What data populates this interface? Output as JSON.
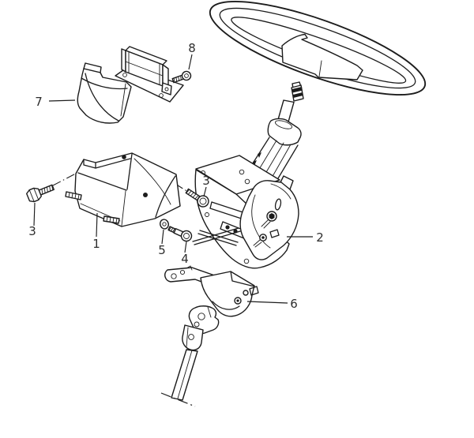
{
  "diagram": {
    "kind": "exploded-parts-line-drawing",
    "colors": {
      "background": "#ffffff",
      "line": "#1c1c1c",
      "label": "#2d2d2d"
    },
    "callouts": [
      {
        "label": "7",
        "points_to": "column-opening-cover"
      },
      {
        "label": "8",
        "points_to": "screw"
      },
      {
        "label": "3",
        "points_to": "flange-bolt-left"
      },
      {
        "label": "1",
        "points_to": "mounting-bracket"
      },
      {
        "label": "5",
        "points_to": "washer"
      },
      {
        "label": "4",
        "points_to": "flange-bolt-lower"
      },
      {
        "label": "3",
        "points_to": "flange-bolt-right"
      },
      {
        "label": "2",
        "points_to": "steering-column-assembly"
      },
      {
        "label": "6",
        "points_to": "lower-support-bracket"
      }
    ],
    "parts": [
      {
        "name": "steering-wheel"
      },
      {
        "name": "upper-bracket"
      },
      {
        "name": "column-opening-cover"
      },
      {
        "name": "mounting-bracket"
      },
      {
        "name": "steering-column-assembly"
      },
      {
        "name": "lower-support-bracket"
      },
      {
        "name": "universal-joint"
      },
      {
        "name": "intermediate-shaft"
      }
    ]
  }
}
